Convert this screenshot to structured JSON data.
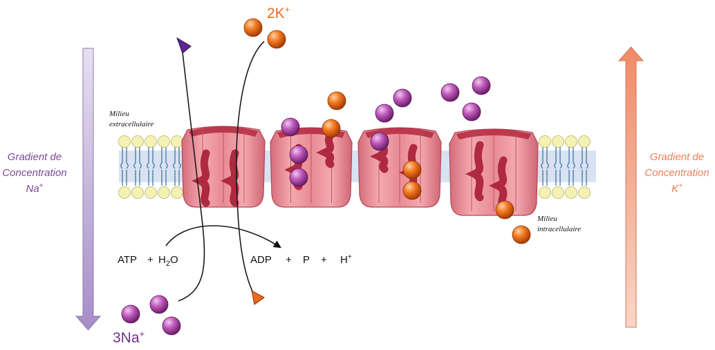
{
  "gradient_na": {
    "line1": "Gradient de",
    "line2": "Concentration",
    "line3": "Na",
    "sup": "+"
  },
  "gradient_k": {
    "line1": "Gradient de",
    "line2": "Concentration",
    "line3": "K",
    "sup": "+"
  },
  "milieu_extra": {
    "line1": "Milieu",
    "line2": "extracellulaire"
  },
  "milieu_intra": {
    "line1": "Milieu",
    "line2": "intracellulaire"
  },
  "reaction": {
    "atp": "ATP",
    "plus1": "+",
    "h": "H",
    "sub2": "2",
    "o": "O",
    "adp": "ADP",
    "plus2": "+",
    "p": "P",
    "plus3": "+",
    "hplus": "H",
    "hplus_sup": "+"
  },
  "ions": {
    "k_label": "2K",
    "k_sup": "+",
    "na_label": "3Na",
    "na_sup": "+"
  },
  "colors": {
    "sodium": "#b24bb0",
    "potassium": "#ee6a1e",
    "na_gradient": "#b9a6d3",
    "k_gradient": "#f3a588",
    "pump": "#e58a94",
    "pump_dark": "#b3283e",
    "lipid_head": "#f4f1b3",
    "lipid_tail": "#4d7fa6",
    "membrane_band": "#d5dff0"
  }
}
